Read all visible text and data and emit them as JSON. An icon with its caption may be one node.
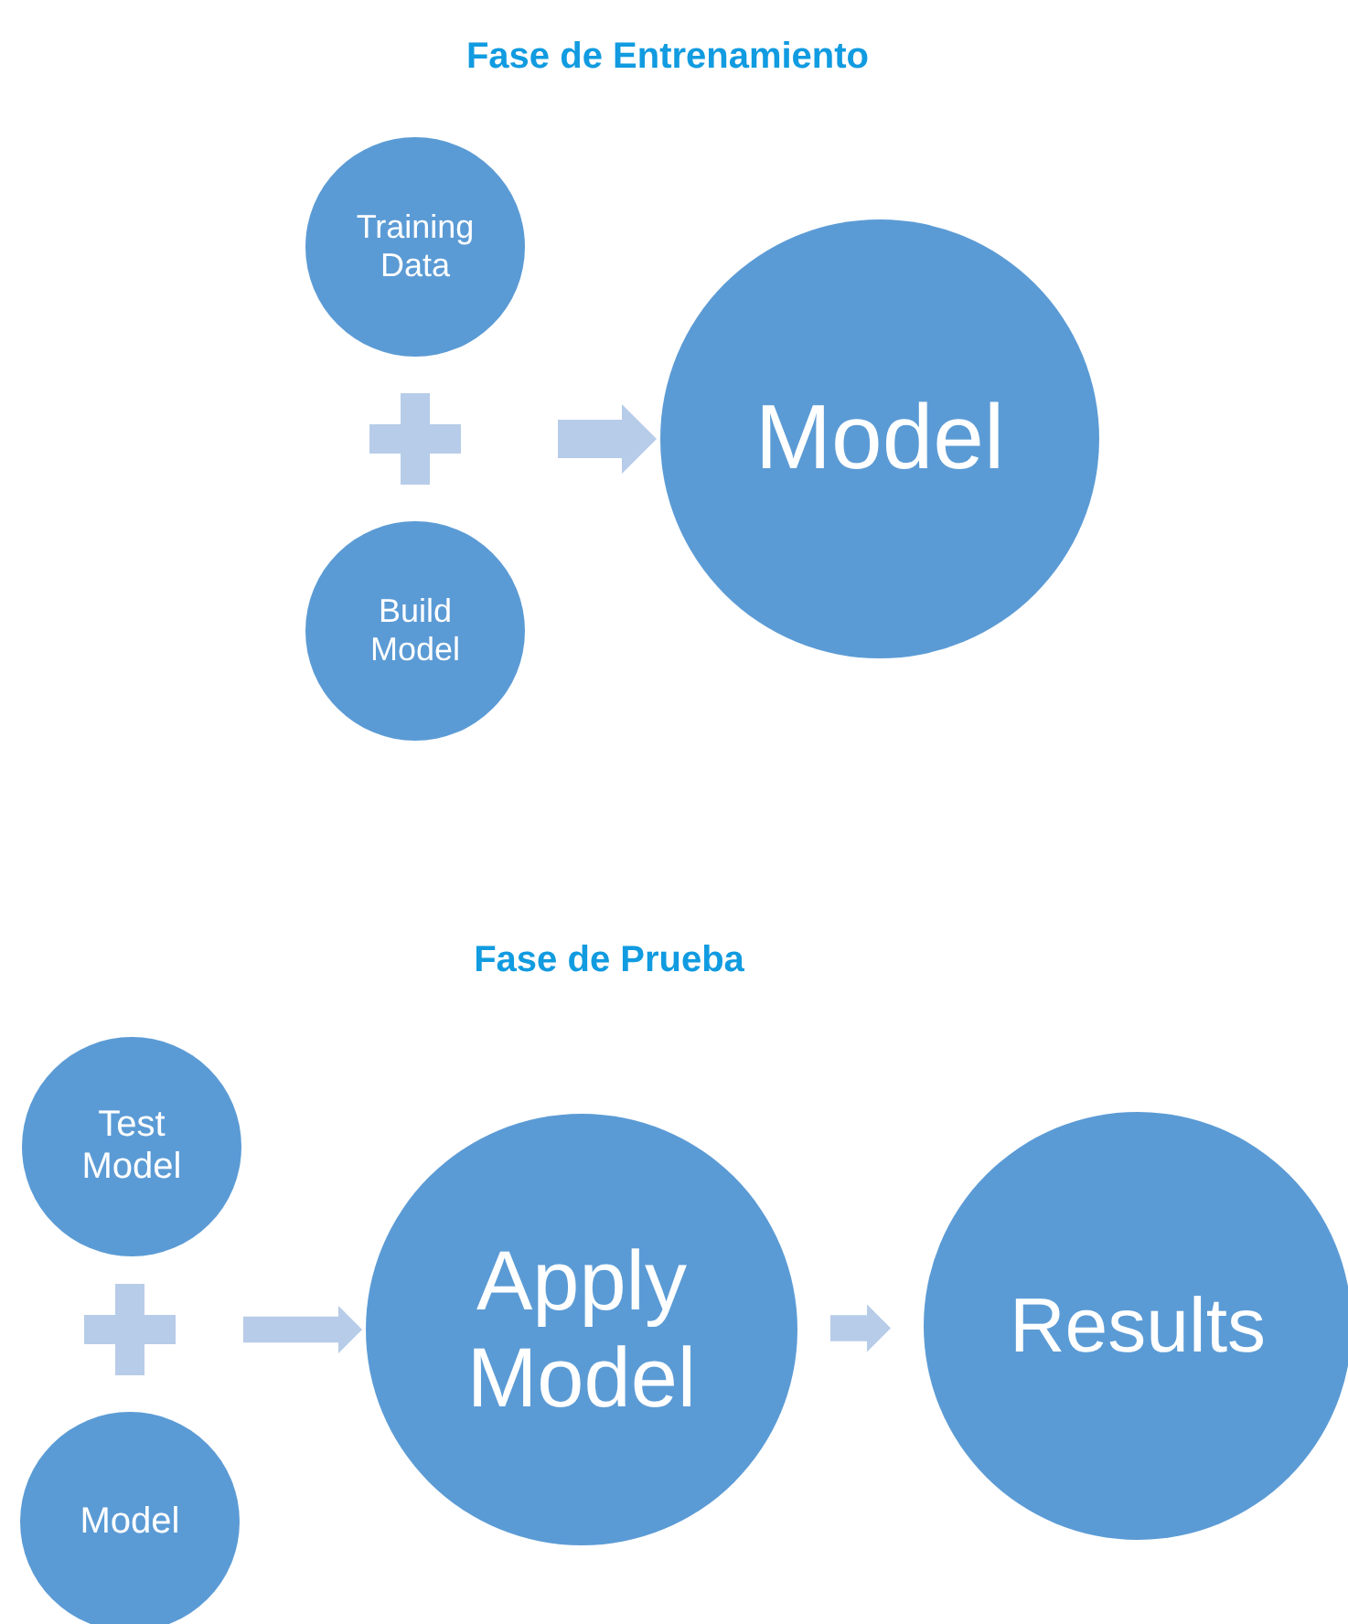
{
  "diagram": {
    "nodes": [
      {
        "text": [
          "Training Data"
        ]
      },
      {
        "text": [
          "Build Model"
        ]
      },
      {
        "text": [
          "Model"
        ]
      },
      {
        "text": [
          "Test Model"
        ]
      },
      {
        "text": [
          "Model"
        ]
      },
      {
        "text": [
          "Apply Model"
        ]
      },
      {
        "text": [
          "Results"
        ]
      }
    ],
    "edges": [
      {
        "from": null,
        "to": 2,
        "arrow": "to"
      },
      {
        "from": null,
        "to": 5,
        "arrow": "to"
      },
      {
        "from": 5,
        "to": 6,
        "arrow": "to"
      }
    ],
    "labels": [
      "Fase de Entrenamiento",
      "Fase de Prueba"
    ]
  }
}
